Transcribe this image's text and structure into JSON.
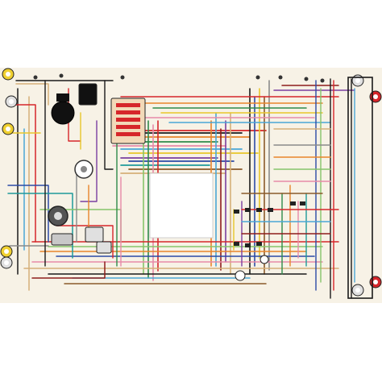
{
  "diagram": {
    "type": "automotive color wiring diagram",
    "background": "#ffffff",
    "sheet_color": "#f7f2e6",
    "wire_colors": {
      "black": "#1a1a1a",
      "red": "#d6262a",
      "dark_red": "#8e1c1c",
      "orange": "#e8842a",
      "tan": "#d6b079",
      "yellow": "#e8c62a",
      "light_green": "#86c46a",
      "dark_green": "#2f8a4a",
      "light_blue": "#4aa6d6",
      "dark_blue": "#2b4aa6",
      "purple": "#7a3fa0",
      "pink": "#e78aa8",
      "gray": "#8a8a8a",
      "brown": "#8a5a2a",
      "teal": "#1f9a9a"
    },
    "components": [
      {
        "id": "left-headlamp-upper",
        "icon": "lamp-icon"
      },
      {
        "id": "left-headlamp-lower",
        "icon": "lamp-icon"
      },
      {
        "id": "ignition-coil",
        "icon": "coil-icon"
      },
      {
        "id": "voltage-regulator",
        "icon": "relay-icon"
      },
      {
        "id": "distributor",
        "icon": "distributor-icon"
      },
      {
        "id": "horn",
        "icon": "horn-icon"
      },
      {
        "id": "starter-motor",
        "icon": "motor-icon"
      },
      {
        "id": "battery",
        "icon": "battery-icon"
      },
      {
        "id": "fuse-block",
        "icon": "fuse-block-icon"
      },
      {
        "id": "ignition-switch",
        "icon": "switch-icon"
      },
      {
        "id": "headlight-switch",
        "icon": "switch-icon"
      },
      {
        "id": "instrument-cluster",
        "icon": "gauge-icon"
      },
      {
        "id": "right-tail-lamp-upper",
        "icon": "lamp-icon"
      },
      {
        "id": "right-tail-lamp-lower",
        "icon": "lamp-icon"
      },
      {
        "id": "left-tail-lamp",
        "icon": "lamp-icon"
      }
    ]
  }
}
